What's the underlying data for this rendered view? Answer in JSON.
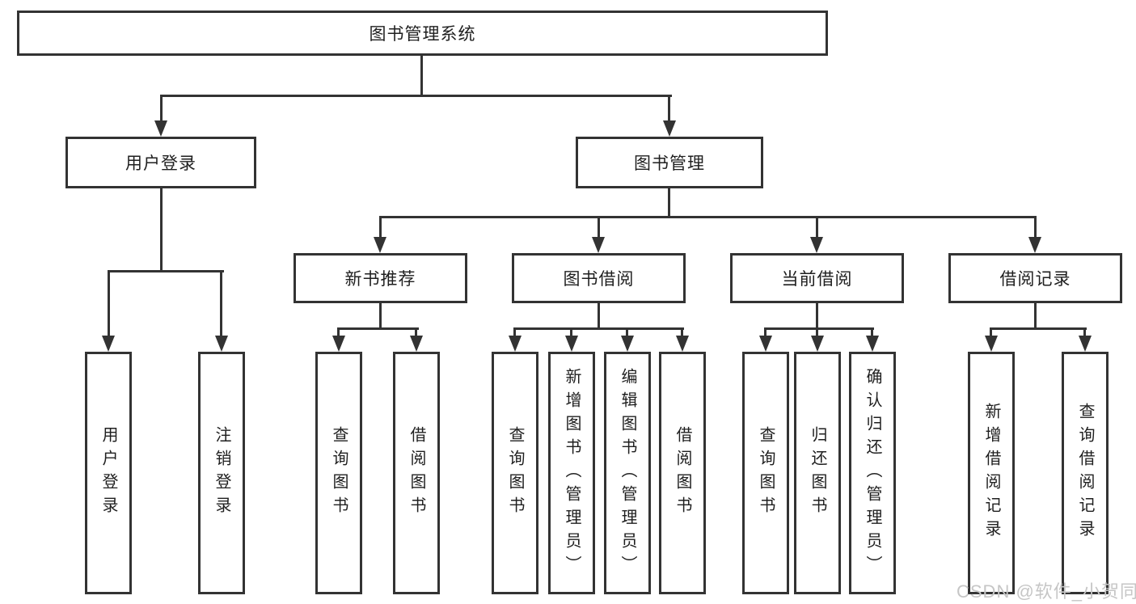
{
  "diagram": {
    "root": {
      "label": "图书管理系统",
      "children": [
        {
          "label": "用户登录",
          "children": [
            {
              "label": "用户登录"
            },
            {
              "label": "注销登录"
            }
          ]
        },
        {
          "label": "图书管理",
          "children": [
            {
              "label": "新书推荐",
              "children": [
                {
                  "label": "查询图书"
                },
                {
                  "label": "借阅图书"
                }
              ]
            },
            {
              "label": "图书借阅",
              "children": [
                {
                  "label": "查询图书"
                },
                {
                  "label": "新增图书（管理员）"
                },
                {
                  "label": "编辑图书（管理员）"
                },
                {
                  "label": "借阅图书"
                }
              ]
            },
            {
              "label": "当前借阅",
              "children": [
                {
                  "label": "查询图书"
                },
                {
                  "label": "归还图书"
                },
                {
                  "label": "确认归还（管理员）"
                }
              ]
            },
            {
              "label": "借阅记录",
              "children": [
                {
                  "label": "新增借阅记录"
                },
                {
                  "label": "查询借阅记录"
                }
              ]
            }
          ]
        }
      ]
    }
  },
  "watermark": {
    "text": "CSDN @软件_小贺同学"
  },
  "colors": {
    "line": "#333333",
    "text": "#1f1f1f",
    "background": "#ffffff",
    "watermark": "#c6c6c6"
  }
}
